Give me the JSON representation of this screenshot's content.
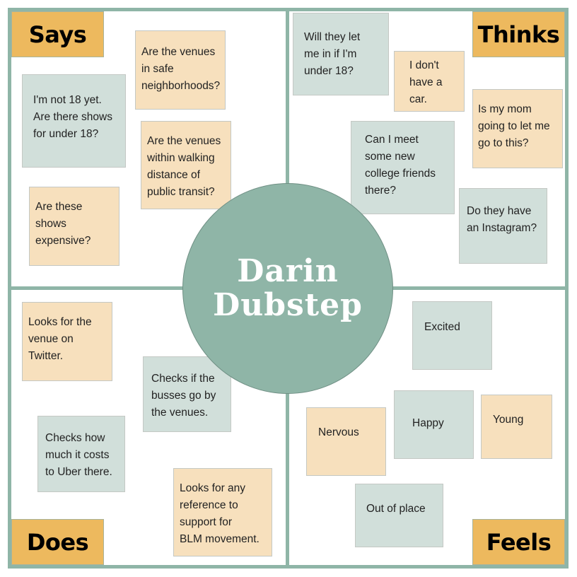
{
  "persona": {
    "name": "Darin\nDubstep",
    "color": "#8fb5a7"
  },
  "colors": {
    "border": "#8fb5a7",
    "label_bg": "#edb95e",
    "tan_note": "#f7e0bd",
    "sage_note": "#d1dfda"
  },
  "quadrants": {
    "says": {
      "label": "Says",
      "notes": [
        {
          "text": "Are the venues\nin safe\nneighborhoods?",
          "color": "tan"
        },
        {
          "text": "I'm not 18 yet.\nAre there shows\nfor under 18?",
          "color": "sage"
        },
        {
          "text": "Are the venues\nwithin walking\ndistance of\npublic transit?",
          "color": "tan"
        },
        {
          "text": "Are these\nshows\nexpensive?",
          "color": "tan"
        }
      ]
    },
    "thinks": {
      "label": "Thinks",
      "notes": [
        {
          "text": "Will they let\nme in if I'm\nunder 18?",
          "color": "sage"
        },
        {
          "text": "I don't\nhave a\ncar.",
          "color": "tan"
        },
        {
          "text": "Is my mom\ngoing to let me\ngo to this?",
          "color": "tan"
        },
        {
          "text": "Can I meet\nsome new\ncollege friends\nthere?",
          "color": "sage"
        },
        {
          "text": "Do they have\nan Instagram?",
          "color": "sage"
        }
      ]
    },
    "does": {
      "label": "Does",
      "notes": [
        {
          "text": "Looks for the\nvenue on\nTwitter.",
          "color": "tan"
        },
        {
          "text": "Checks if the\nbusses go by\nthe venues.",
          "color": "sage"
        },
        {
          "text": "Checks how\nmuch it costs\nto Uber there.",
          "color": "sage"
        },
        {
          "text": "Looks for any\nreference to\nsupport for\nBLM movement.",
          "color": "tan"
        }
      ]
    },
    "feels": {
      "label": "Feels",
      "notes": [
        {
          "text": "Excited",
          "color": "sage"
        },
        {
          "text": "Nervous",
          "color": "tan"
        },
        {
          "text": "Happy",
          "color": "sage"
        },
        {
          "text": "Young",
          "color": "tan"
        },
        {
          "text": "Out of place",
          "color": "sage"
        }
      ]
    }
  }
}
